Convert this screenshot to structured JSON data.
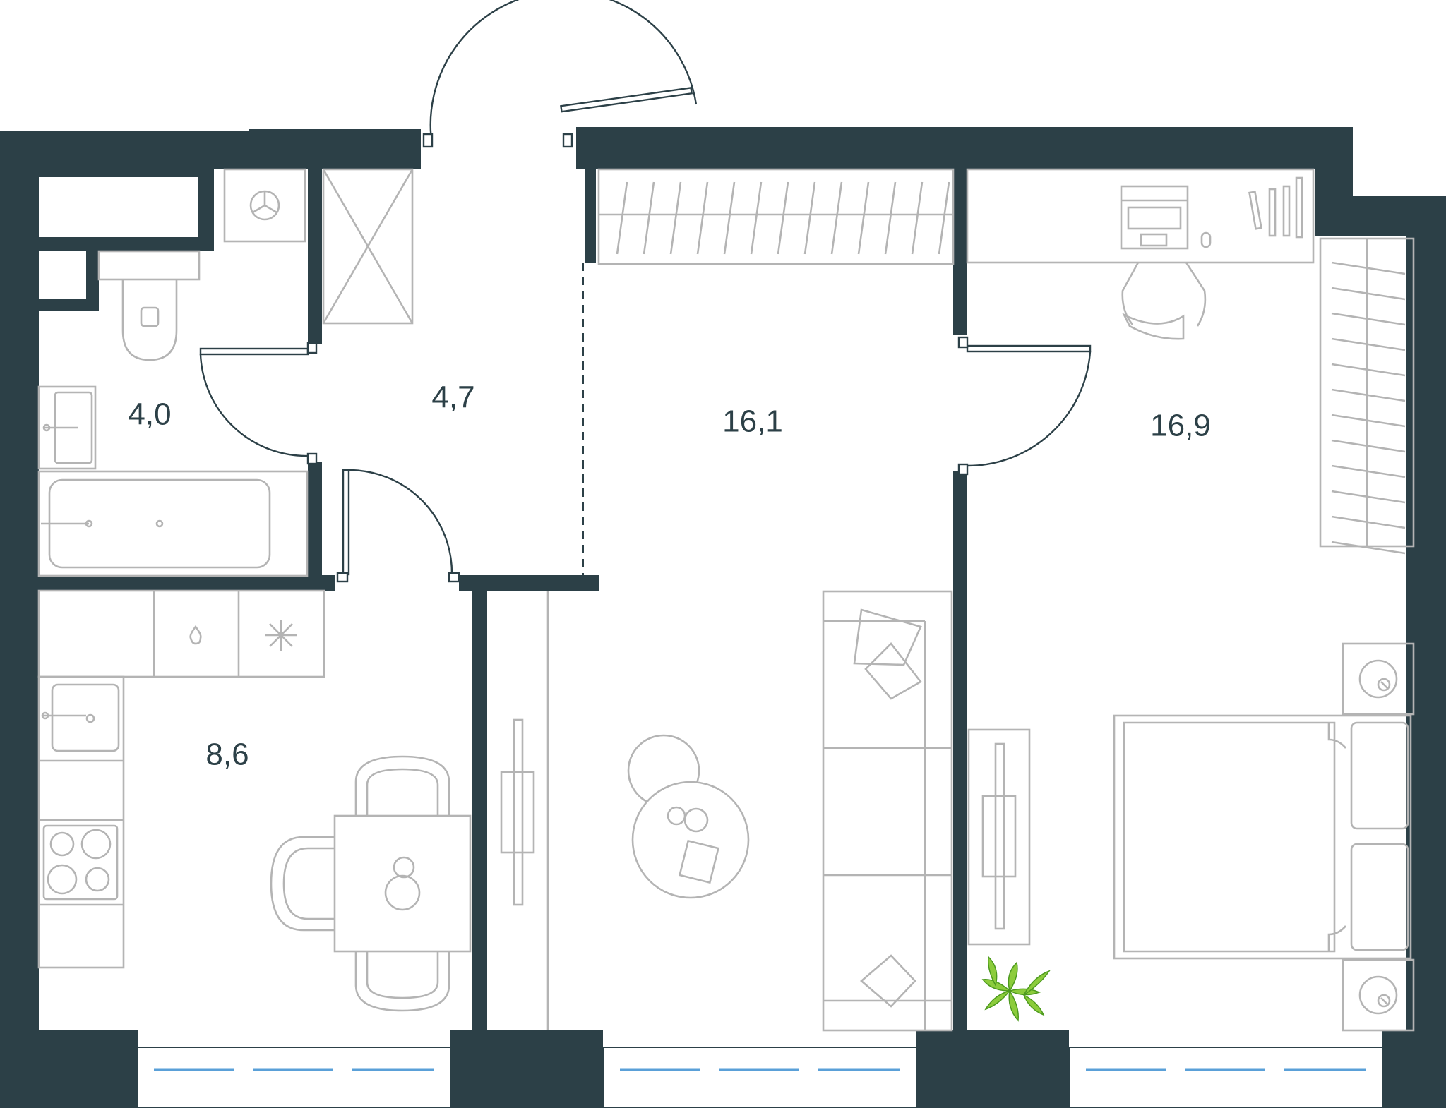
{
  "rooms": [
    {
      "id": "bathroom",
      "area": "4,0"
    },
    {
      "id": "hallway",
      "area": "4,7"
    },
    {
      "id": "living-room",
      "area": "16,1"
    },
    {
      "id": "bedroom",
      "area": "16,9"
    },
    {
      "id": "kitchen",
      "area": "8,6"
    }
  ],
  "colors": {
    "wall": "#2c4047",
    "furniture_line": "#b4b4b4",
    "window_glass": "#5aa0d8",
    "plant": "#8ccc3c"
  },
  "icons": [
    "toilet-icon",
    "sink-icon",
    "bathtub-icon",
    "washing-machine-icon",
    "stove-icon",
    "fridge-icon",
    "plant-icon"
  ]
}
